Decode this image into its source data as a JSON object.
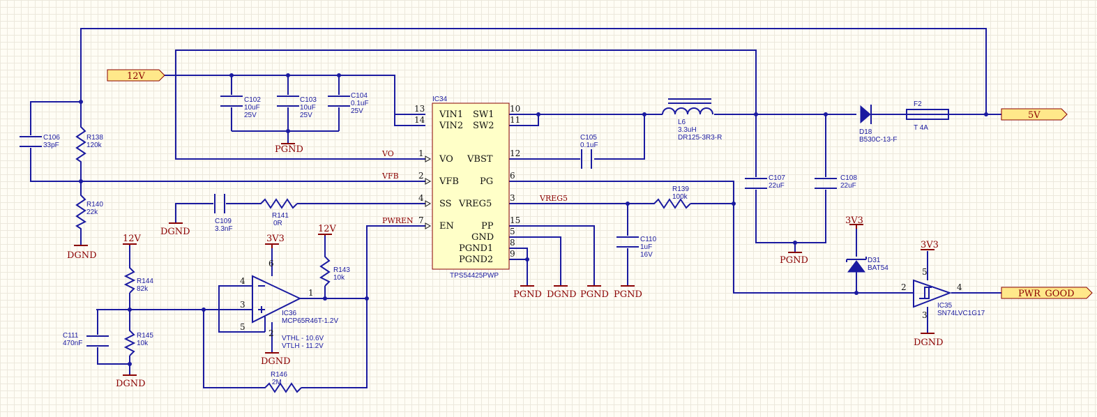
{
  "ports": {
    "in_12v": "12V",
    "out_5v": "5V",
    "pwr_good": "PWR_GOOD"
  },
  "ic34": {
    "ref": "IC34",
    "part": "TPS54425PWP",
    "left_pins": [
      {
        "num": "13",
        "name": "VIN1"
      },
      {
        "num": "14",
        "name": "VIN2"
      },
      {
        "num": "1",
        "name": "VO"
      },
      {
        "num": "2",
        "name": "VFB"
      },
      {
        "num": "4",
        "name": "SS"
      },
      {
        "num": "7",
        "name": "EN"
      }
    ],
    "right_pins": [
      {
        "num": "10",
        "name": "SW1"
      },
      {
        "num": "11",
        "name": "SW2"
      },
      {
        "num": "12",
        "name": "VBST"
      },
      {
        "num": "6",
        "name": "PG"
      },
      {
        "num": "3",
        "name": "VREG5"
      },
      {
        "num": "15",
        "name": "PP"
      },
      {
        "num": "5",
        "name": "GND"
      },
      {
        "num": "8",
        "name": "PGND1"
      },
      {
        "num": "9",
        "name": "PGND2"
      }
    ]
  },
  "nets": {
    "vo": "VO",
    "vfb": "VFB",
    "vreg5": "VREG5",
    "pwren": "PWREN"
  },
  "power": {
    "pgnd": "PGND",
    "dgnd": "DGND",
    "v12": "12V",
    "v3v3": "3V3"
  },
  "components": {
    "c102": [
      "C102",
      "10uF",
      "25V"
    ],
    "c103": [
      "C103",
      "10uF",
      "25V"
    ],
    "c104": [
      "C104",
      "0.1uF",
      "25V"
    ],
    "c106": [
      "C106",
      "33pF"
    ],
    "r138": [
      "R138",
      "120k"
    ],
    "r140": [
      "R140",
      "22k"
    ],
    "c109": [
      "C109",
      "3.3nF"
    ],
    "r141": [
      "R141",
      "0R"
    ],
    "c105": [
      "C105",
      "0.1uF"
    ],
    "l6": [
      "L6",
      "3.3uH",
      "DR125-3R3-R"
    ],
    "c107": [
      "C107",
      "22uF"
    ],
    "c108": [
      "C108",
      "22uF"
    ],
    "d18": [
      "D18",
      "B530C-13-F"
    ],
    "f2": [
      "F2",
      "T 4A"
    ],
    "r139": [
      "R139",
      "100k"
    ],
    "c110": [
      "C110",
      "1uF",
      "16V"
    ],
    "d31": [
      "D31",
      "BAT54"
    ],
    "ic35": [
      "IC35",
      "SN74LVC1G17"
    ],
    "ic36": [
      "IC36",
      "MCP65R46T-1.2V"
    ],
    "ic36_notes": [
      "VTHL - 10.6V",
      "VTLH - 11.2V"
    ],
    "r143": [
      "R143",
      "10k"
    ],
    "r144": [
      "R144",
      "82k"
    ],
    "r145": [
      "R145",
      "10k"
    ],
    "c111": [
      "C111",
      "470nF"
    ],
    "r146": [
      "R146",
      "2M"
    ]
  },
  "pin_numbers": {
    "ic36_in_neg": "4",
    "ic36_in_pos": "3",
    "ic36_ref": "5",
    "ic36_out": "1",
    "ic36_vdd": "6",
    "ic36_gnd": "2",
    "ic35_in": "2",
    "ic35_out": "4",
    "ic35_vcc": "5",
    "ic35_gnd": "3"
  },
  "colors": {
    "wire": "#1a1aa0",
    "power_symbol": "#8a0000",
    "ic_fill": "#ffffc8",
    "ic_border": "#8a0000",
    "port_fill": "#ffe88a"
  }
}
